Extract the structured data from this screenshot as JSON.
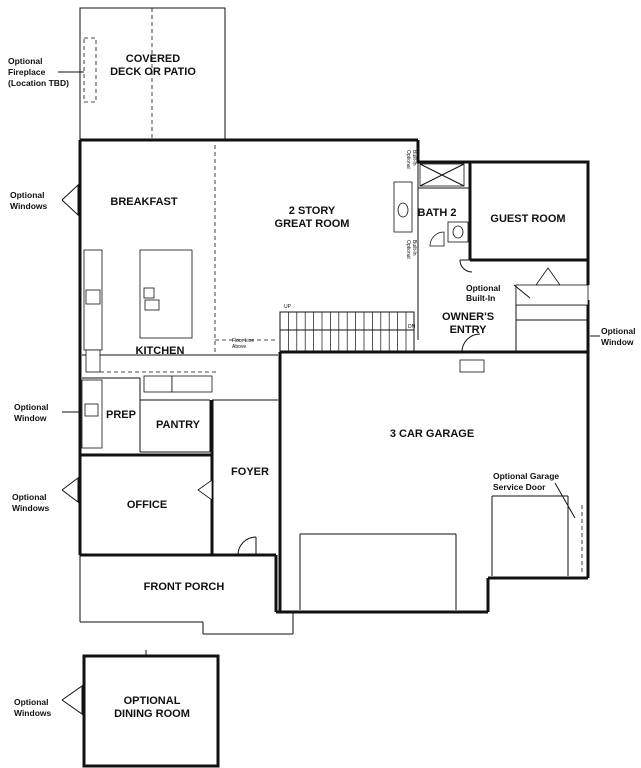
{
  "rooms": {
    "covered_deck": [
      "COVERED",
      "DECK OR PATIO"
    ],
    "breakfast": "BREAKFAST",
    "great_room": [
      "2 STORY",
      "GREAT ROOM"
    ],
    "bath2": "BATH 2",
    "guest_room": "GUEST ROOM",
    "owners_entry": [
      "OWNER'S",
      "ENTRY"
    ],
    "kitchen": "KITCHEN",
    "prep": "PREP",
    "pantry": "PANTRY",
    "garage": "3 CAR GARAGE",
    "foyer": "FOYER",
    "office": "OFFICE",
    "front_porch": "FRONT PORCH",
    "optional_dining": [
      "OPTIONAL",
      "DINING ROOM"
    ]
  },
  "notes": {
    "fireplace": [
      "Optional",
      "Fireplace",
      "(Location TBD)"
    ],
    "windows_breakfast": [
      "Optional",
      "Windows"
    ],
    "window_prep": [
      "Optional",
      "Window"
    ],
    "windows_office": [
      "Optional",
      "Windows"
    ],
    "windows_dining": [
      "Optional",
      "Windows"
    ],
    "window_garage": [
      "Optional",
      "Window"
    ],
    "builtin_guest": [
      "Optional",
      "Built-In"
    ],
    "garage_service_door": [
      "Optional Garage",
      "Service Door"
    ],
    "builtin_top": [
      "Optional",
      "Built-In"
    ],
    "builtin_bottom": [
      "Optional",
      "Built-In"
    ],
    "floor_line": [
      "Floor Line",
      "Above"
    ],
    "stair_up": "UP",
    "stair_dn": "DN"
  }
}
